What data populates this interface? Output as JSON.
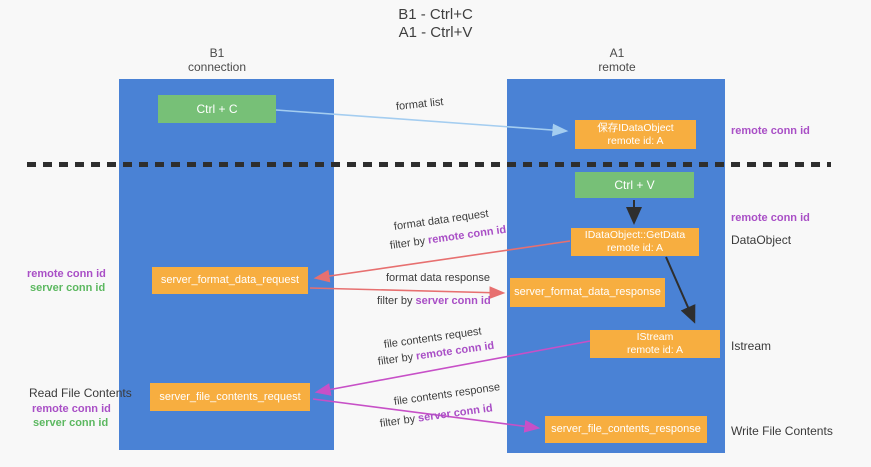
{
  "title": {
    "line1": "B1 - Ctrl+C",
    "line2": "A1 - Ctrl+V"
  },
  "lifelines": {
    "left": {
      "name": "B1",
      "sub": "connection"
    },
    "right": {
      "name": "A1",
      "sub": "remote"
    }
  },
  "boxes": {
    "ctrl_c": "Ctrl + C",
    "ctrl_v": "Ctrl + V",
    "saved_idataobject": {
      "line1": "保存IDataObject",
      "line2": "remote id: A"
    },
    "getdata": {
      "line1": "IDataObject::GetData",
      "line2": "remote id: A"
    },
    "istream": {
      "line1": "IStream",
      "line2": "remote id: A"
    },
    "format_request": "server_format_data_request",
    "format_response": "server_format_data_response",
    "file_request": "server_file_contents_request",
    "file_response": "server_file_contents_response"
  },
  "arrow_labels": {
    "format_list": "format list",
    "format_data_request": "format data request",
    "format_data_response": "format data response",
    "file_contents_request": "file contents request",
    "file_contents_response": "file contents response",
    "filter_by": "filter by",
    "remote_conn_id": "remote conn id",
    "server_conn_id": "server conn id"
  },
  "side_labels": {
    "remote_conn_id": "remote conn id",
    "server_conn_id": "server conn id",
    "dataobject": "DataObject",
    "istream": "Istream",
    "read_file_contents": "Read File Contents",
    "write_file_contents": "Write File Contents"
  },
  "colors": {
    "lifeline_blue": "#4a82d5",
    "node_orange": "#f7ae40",
    "key_green": "#77c077",
    "purple_text": "#a94fc6",
    "green_text": "#5cb860",
    "red_arrow": "#e77070",
    "magenta_arrow": "#c750c7",
    "lightblue_arrow": "#a4cdf0",
    "black_arrow": "#2e2e2e",
    "background": "#f8f8f8"
  }
}
